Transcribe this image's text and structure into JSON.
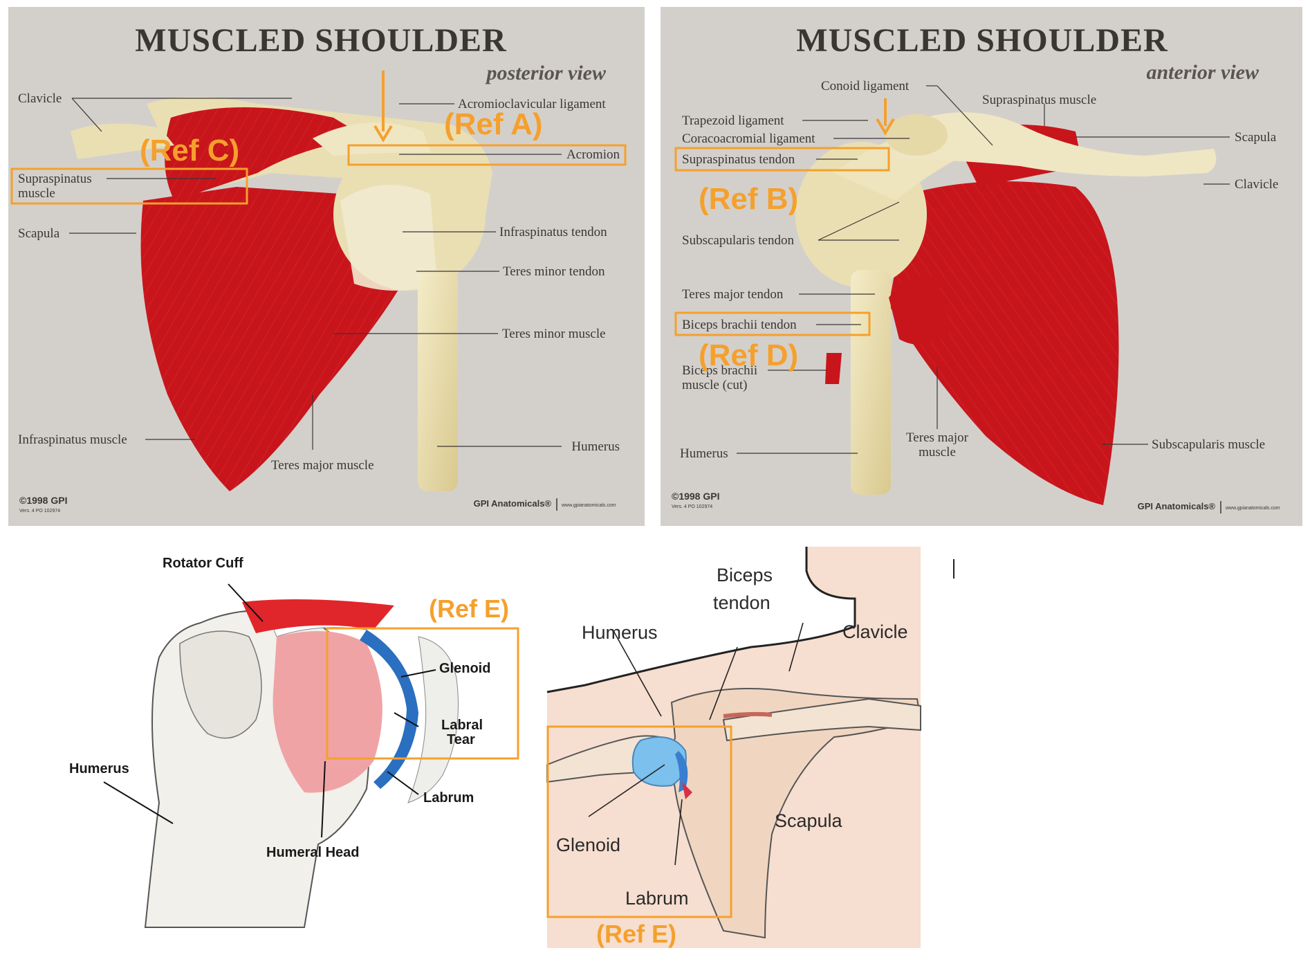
{
  "posterior": {
    "title": "MUSCLED SHOULDER",
    "subtitle": "posterior view",
    "labels": {
      "clavicle": "Clavicle",
      "acromioclavicular": "Acromioclavicular ligament",
      "acromion": "Acromion",
      "supraspinatus_1": "Supraspinatus",
      "supraspinatus_2": "muscle",
      "scapula": "Scapula",
      "infraspinatus_tendon": "Infraspinatus tendon",
      "teres_minor_tendon": "Teres minor tendon",
      "teres_minor_muscle": "Teres minor muscle",
      "infraspinatus_muscle": "Infraspinatus muscle",
      "teres_major_muscle": "Teres major muscle",
      "humerus": "Humerus"
    },
    "ref_a": "(Ref A)",
    "ref_c": "(Ref C)",
    "copyright": "©1998 GPI",
    "version": "Vers. 4 PO 102974",
    "brand": "GPI Anatomicals®",
    "url": "www.gpianatomicals.com"
  },
  "anterior": {
    "title": "MUSCLED SHOULDER",
    "subtitle": "anterior view",
    "labels": {
      "conoid": "Conoid ligament",
      "supraspinatus_muscle": "Supraspinatus muscle",
      "trapezoid": "Trapezoid ligament",
      "coracoacromial": "Coracoacromial ligament",
      "supraspinatus_tendon": "Supraspinatus tendon",
      "scapula": "Scapula",
      "clavicle": "Clavicle",
      "subscapularis_tendon": "Subscapularis tendon",
      "teres_major_tendon": "Teres major tendon",
      "biceps_tendon": "Biceps brachii tendon",
      "biceps_muscle_1": "Biceps brachii",
      "biceps_muscle_2": "muscle (cut)",
      "humerus": "Humerus",
      "teres_major_1": "Teres major",
      "teres_major_2": "muscle",
      "subscapularis_muscle": "Subscapularis muscle"
    },
    "ref_b": "(Ref B)",
    "ref_d": "(Ref D)",
    "copyright": "©1998 GPI",
    "version": "Vers. 4 PO 102974",
    "brand": "GPI Anatomicals®",
    "url": "www.gpianatomicals.com"
  },
  "labrum_diagram": {
    "rotator_cuff": "Rotator Cuff",
    "glenoid": "Glenoid",
    "labral_1": "Labral",
    "labral_2": "Tear",
    "humerus": "Humerus",
    "labrum": "Labrum",
    "humeral_head": "Humeral Head",
    "ref_e": "(Ref E)"
  },
  "joint_diagram": {
    "biceps_1": "Biceps",
    "biceps_2": "tendon",
    "humerus": "Humerus",
    "clavicle": "Clavicle",
    "glenoid": "Glenoid",
    "scapula": "Scapula",
    "labrum": "Labrum",
    "ref_e": "(Ref E)"
  },
  "colors": {
    "muscle_red": "#c8151b",
    "bone": "#eee2b6",
    "board": "#d2cfcb",
    "annotation_orange": "#f5a02c",
    "labrum_blue": "#2a6fc0",
    "cartilage_pink": "#f0a3a5"
  }
}
